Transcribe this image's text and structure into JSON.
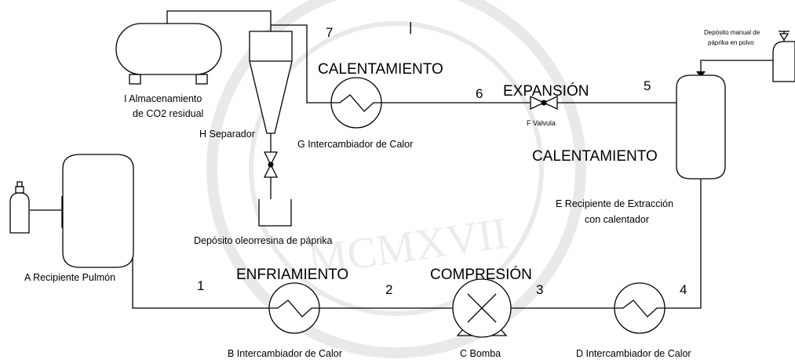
{
  "watermark": {
    "text": "MCMXVII"
  },
  "equipment": {
    "A": {
      "label": "A Recipiente Pulmón"
    },
    "B": {
      "label": "B Intercambiador de Calor"
    },
    "C": {
      "label": "C Bomba"
    },
    "D": {
      "label": "D Intercambiador de Calor"
    },
    "E": {
      "label_line1": "E Recipiente de Extracción",
      "label_line2": "con calentador"
    },
    "F": {
      "label": "F Valvula"
    },
    "G": {
      "label": "G Intercambiador de Calor"
    },
    "H": {
      "label": "H Separador"
    },
    "I": {
      "label_line1": "I Almacenamiento",
      "label_line2": "de CO2 residual"
    },
    "oleoresin": {
      "label": "Depósito oleorresina de páprika"
    },
    "paprika_feed": {
      "label_line1": "Depósito manual de",
      "label_line2": "páprika en polvo"
    }
  },
  "processes": {
    "enfriamiento": "ENFRIAMIENTO",
    "compresion": "COMPRESIÓN",
    "calentamiento_1": "CALENTAMIENTO",
    "calentamiento_2": "CALENTAMIENTO",
    "expansion": "EXPANSIÓN"
  },
  "streams": {
    "s1": "1",
    "s2": "2",
    "s3": "3",
    "s4": "4",
    "s5": "5",
    "s6": "6",
    "s7": "7",
    "mark": "|"
  }
}
